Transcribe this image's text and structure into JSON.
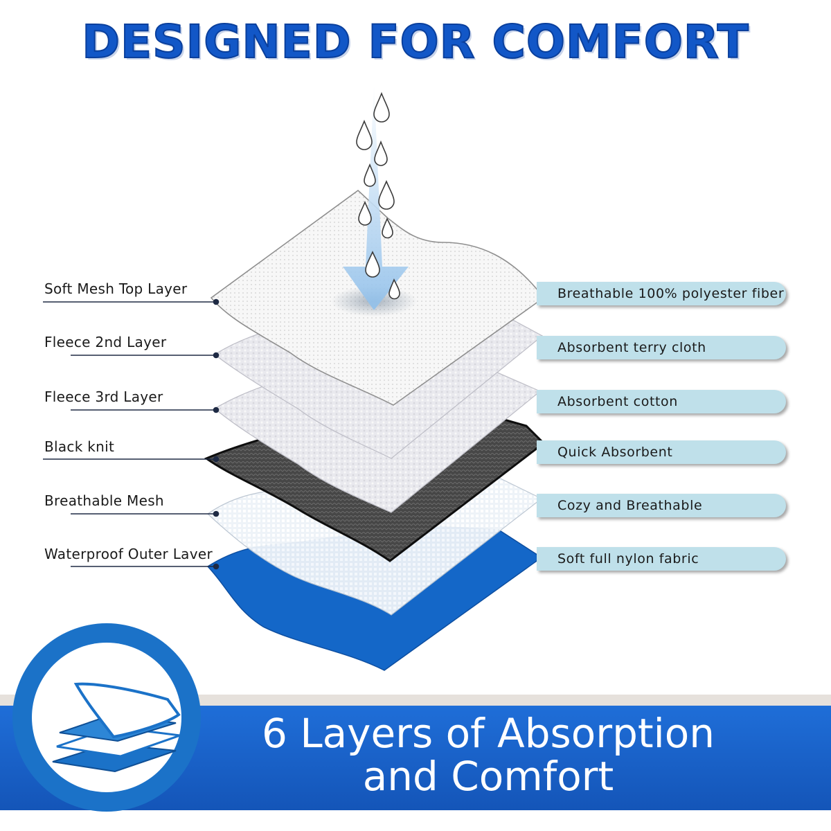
{
  "header": {
    "title": "DESIGNED FOR COMFORT"
  },
  "layers": [
    {
      "name": "Soft Mesh Top Layer",
      "description": "Breathable 100% polyester fiber"
    },
    {
      "name": "Fleece 2nd Layer",
      "description": "Absorbent terry cloth"
    },
    {
      "name": "Fleece 3rd Layer",
      "description": "Absorbent cotton"
    },
    {
      "name": "Black knit",
      "description": "Quick Absorbent"
    },
    {
      "name": "Breathable Mesh",
      "description": "Cozy and Breathable"
    },
    {
      "name": "Waterproof Outer Laver",
      "description": "Soft full nylon fabric"
    }
  ],
  "footer": {
    "line1": "6 Layers of Absorption",
    "line2": "and Comfort"
  },
  "colors": {
    "title": "#1257c7",
    "banner": "#1b5fc8",
    "pill": "#bfe0ea",
    "outer_layer": "#1467c8",
    "black_knit": "#4a4a4a",
    "water_arrow": "#a9cdee"
  },
  "icons": [
    "water-drop-icon",
    "down-arrow-icon",
    "layers-badge-icon"
  ]
}
